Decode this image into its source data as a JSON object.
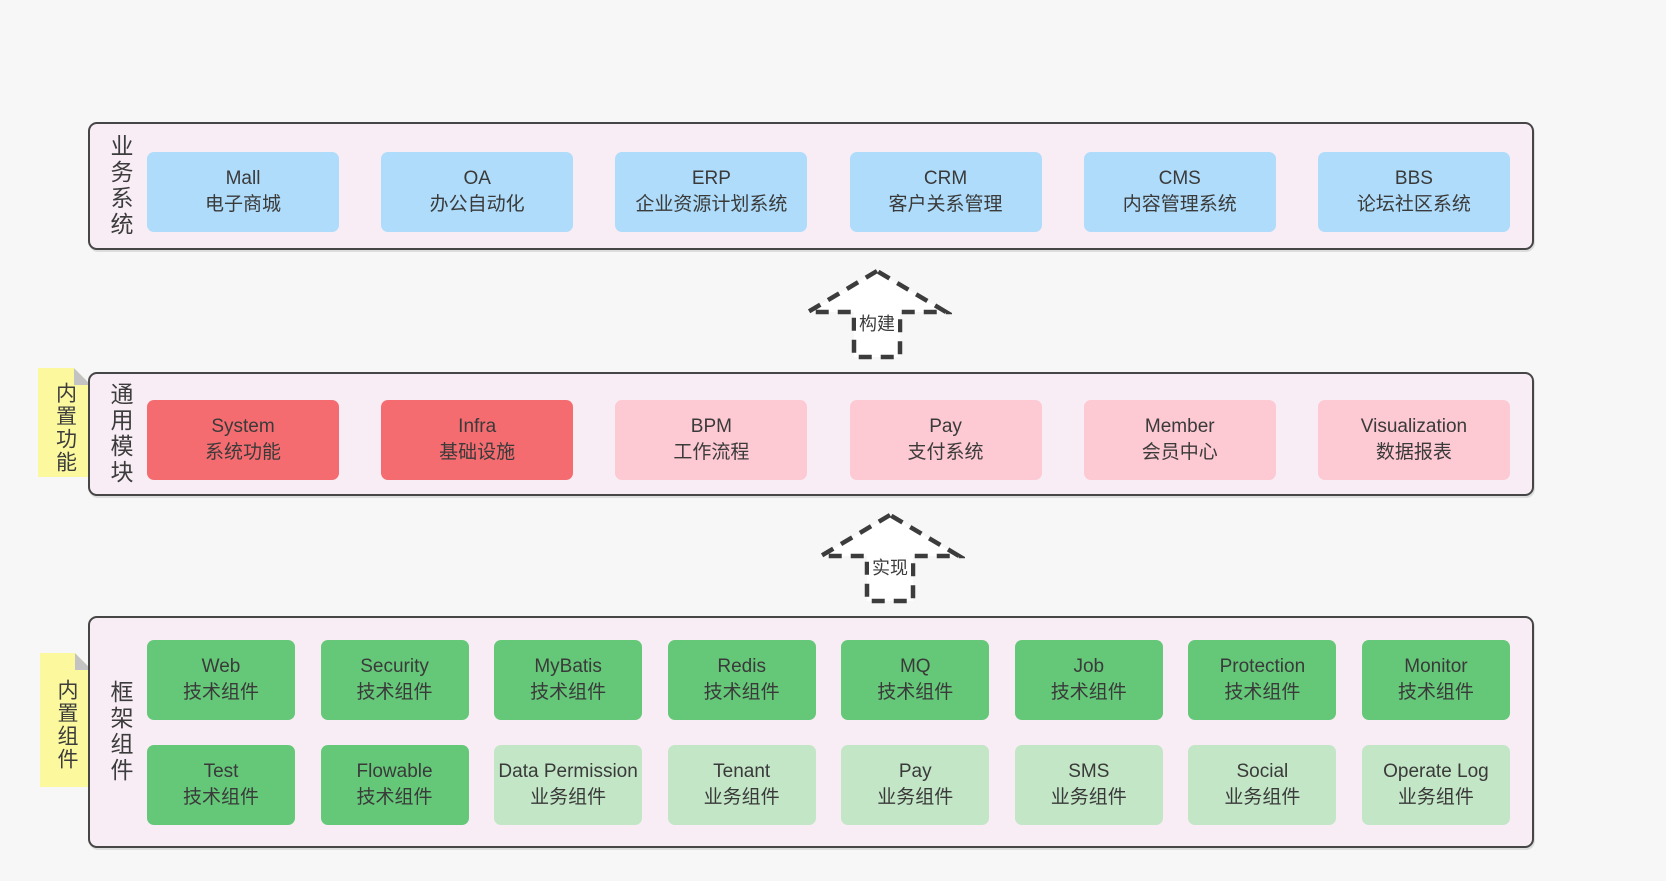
{
  "colors": {
    "page-bg": "#f7f7f7",
    "band-bg": "#f8edf5",
    "band-border": "#464646",
    "blue": "#aedcfa",
    "red": "#f56c70",
    "pink": "#fdc9d3",
    "green": "#64c878",
    "lightgreen": "#c2e6c6",
    "yellow": "#fbf89e",
    "text": "#3a3a3a"
  },
  "sections": {
    "business": {
      "label": "业务系统",
      "rows": [
        [
          {
            "name": "Mall",
            "desc": "电子商城",
            "variant": "blue"
          },
          {
            "name": "OA",
            "desc": "办公自动化",
            "variant": "blue"
          },
          {
            "name": "ERP",
            "desc": "企业资源计划系统",
            "variant": "blue"
          },
          {
            "name": "CRM",
            "desc": "客户关系管理",
            "variant": "blue"
          },
          {
            "name": "CMS",
            "desc": "内容管理系统",
            "variant": "blue"
          },
          {
            "name": "BBS",
            "desc": "论坛社区系统",
            "variant": "blue"
          }
        ]
      ]
    },
    "modules": {
      "label": "通用模块",
      "sticky": "内置功能",
      "rows": [
        [
          {
            "name": "System",
            "desc": "系统功能",
            "variant": "red"
          },
          {
            "name": "Infra",
            "desc": "基础设施",
            "variant": "red"
          },
          {
            "name": "BPM",
            "desc": "工作流程",
            "variant": "pink"
          },
          {
            "name": "Pay",
            "desc": "支付系统",
            "variant": "pink"
          },
          {
            "name": "Member",
            "desc": "会员中心",
            "variant": "pink"
          },
          {
            "name": "Visualization",
            "desc": "数据报表",
            "variant": "pink"
          }
        ]
      ]
    },
    "components": {
      "label": "框架组件",
      "sticky": "内置组件",
      "rows": [
        [
          {
            "name": "Web",
            "desc": "技术组件",
            "variant": "green"
          },
          {
            "name": "Security",
            "desc": "技术组件",
            "variant": "green"
          },
          {
            "name": "MyBatis",
            "desc": "技术组件",
            "variant": "green"
          },
          {
            "name": "Redis",
            "desc": "技术组件",
            "variant": "green"
          },
          {
            "name": "MQ",
            "desc": "技术组件",
            "variant": "green"
          },
          {
            "name": "Job",
            "desc": "技术组件",
            "variant": "green"
          },
          {
            "name": "Protection",
            "desc": "技术组件",
            "variant": "green"
          },
          {
            "name": "Monitor",
            "desc": "技术组件",
            "variant": "green"
          }
        ],
        [
          {
            "name": "Test",
            "desc": "技术组件",
            "variant": "green"
          },
          {
            "name": "Flowable",
            "desc": "技术组件",
            "variant": "green"
          },
          {
            "name": "Data Permission",
            "desc": "业务组件",
            "variant": "lightgreen"
          },
          {
            "name": "Tenant",
            "desc": "业务组件",
            "variant": "lightgreen"
          },
          {
            "name": "Pay",
            "desc": "业务组件",
            "variant": "lightgreen"
          },
          {
            "name": "SMS",
            "desc": "业务组件",
            "variant": "lightgreen"
          },
          {
            "name": "Social",
            "desc": "业务组件",
            "variant": "lightgreen"
          },
          {
            "name": "Operate Log",
            "desc": "业务组件",
            "variant": "lightgreen"
          }
        ]
      ]
    }
  },
  "arrows": [
    {
      "label": "构建"
    },
    {
      "label": "实现"
    }
  ]
}
